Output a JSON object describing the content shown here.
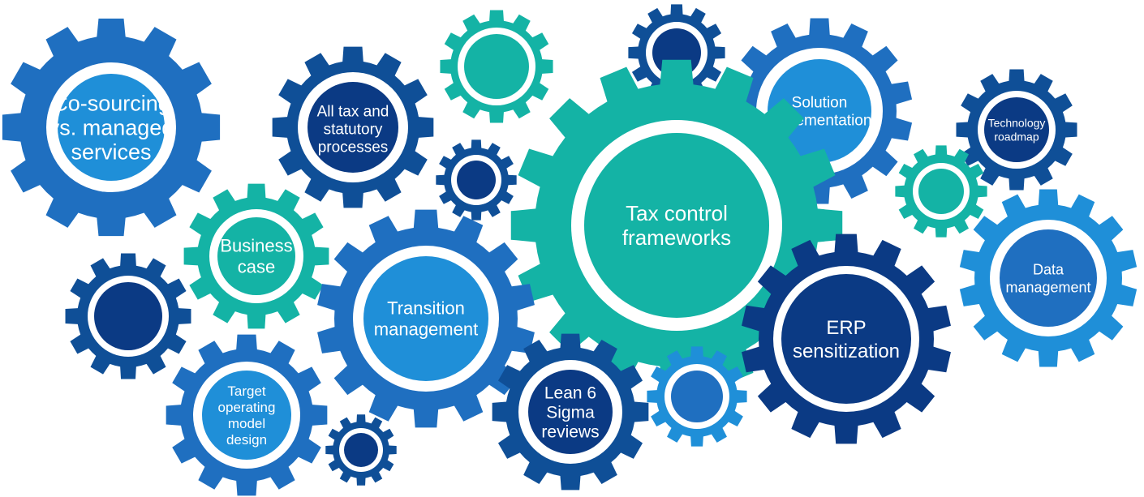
{
  "colors": {
    "mid_blue": "#1f6fc0",
    "light_blue": "#1f8fd8",
    "dark_blue": "#0f4f97",
    "navy": "#0b3a84",
    "teal": "#14b3a5",
    "white": "#ffffff"
  },
  "gears": [
    {
      "id": "co-sourcing",
      "label": [
        "Co-sourcing",
        "vs. managed",
        "services"
      ],
      "color": "mid_blue",
      "hub": "light_blue"
    },
    {
      "id": "all-tax",
      "label": [
        "All tax and",
        "statutory",
        "processes"
      ],
      "color": "dark_blue",
      "hub": "navy"
    },
    {
      "id": "small-teal-top",
      "label": [],
      "color": "teal",
      "hub": "teal"
    },
    {
      "id": "small-navy-top",
      "label": [],
      "color": "dark_blue",
      "hub": "navy"
    },
    {
      "id": "solution-implementation",
      "label": [
        "Solution",
        "implementation"
      ],
      "color": "mid_blue",
      "hub": "light_blue"
    },
    {
      "id": "technology-roadmap",
      "label": [
        "Technology",
        "roadmap"
      ],
      "color": "dark_blue",
      "hub": "navy"
    },
    {
      "id": "small-blue-mid",
      "label": [],
      "color": "dark_blue",
      "hub": "navy"
    },
    {
      "id": "tax-control",
      "label": [
        "Tax control",
        "frameworks"
      ],
      "color": "teal",
      "hub": "teal"
    },
    {
      "id": "small-teal-right",
      "label": [],
      "color": "teal",
      "hub": "teal"
    },
    {
      "id": "business-case",
      "label": [
        "Business",
        "case"
      ],
      "color": "teal",
      "hub": "teal"
    },
    {
      "id": "data-management",
      "label": [
        "Data",
        "management"
      ],
      "color": "light_blue",
      "hub": "mid_blue"
    },
    {
      "id": "left-navy",
      "label": [],
      "color": "dark_blue",
      "hub": "navy"
    },
    {
      "id": "transition-management",
      "label": [
        "Transition",
        "management"
      ],
      "color": "mid_blue",
      "hub": "light_blue"
    },
    {
      "id": "erp-sensitization",
      "label": [
        "ERP",
        "sensitization"
      ],
      "color": "navy",
      "hub": "navy"
    },
    {
      "id": "target-operating",
      "label": [
        "Target",
        "operating",
        "model",
        "design"
      ],
      "color": "mid_blue",
      "hub": "light_blue"
    },
    {
      "id": "small-bottom-mid",
      "label": [],
      "color": "dark_blue",
      "hub": "navy"
    },
    {
      "id": "lean-6-sigma",
      "label": [
        "Lean 6",
        "Sigma",
        "reviews"
      ],
      "color": "dark_blue",
      "hub": "navy"
    },
    {
      "id": "small-bottom-right",
      "label": [],
      "color": "light_blue",
      "hub": "mid_blue"
    }
  ]
}
